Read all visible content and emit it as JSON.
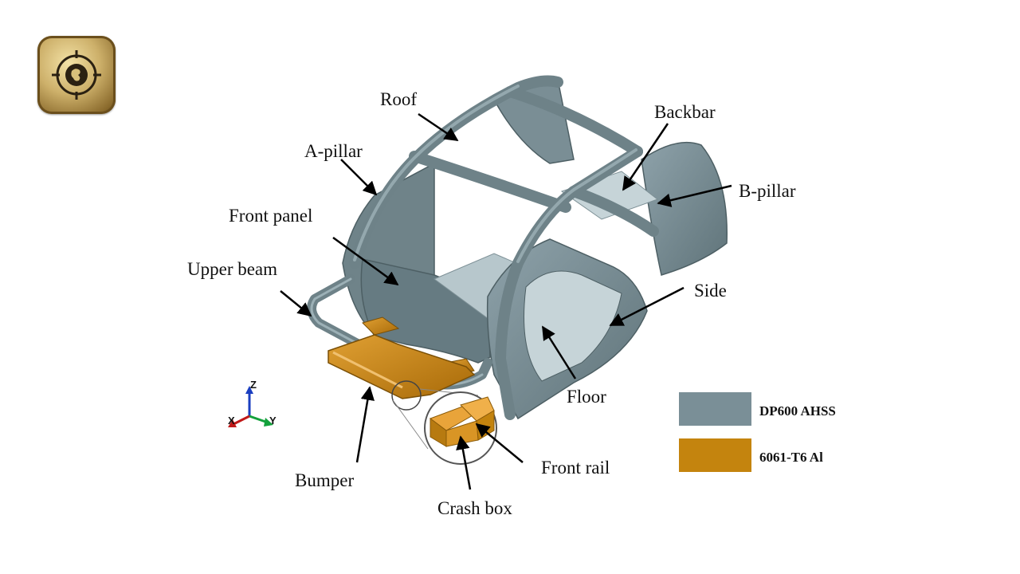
{
  "labels": {
    "roof": "Roof",
    "backbar": "Backbar",
    "a_pillar": "A-pillar",
    "b_pillar": "B-pillar",
    "front_panel": "Front panel",
    "upper_beam": "Upper beam",
    "side": "Side",
    "floor": "Floor",
    "bumper": "Bumper",
    "front_rail": "Front rail",
    "crash_box": "Crash box"
  },
  "legend": [
    {
      "label": "DP600 AHSS",
      "color": "#7a8f97"
    },
    {
      "label": "6061-T6 Al",
      "color": "#c4840e"
    }
  ],
  "axes": {
    "x": "X",
    "y": "Y",
    "z": "Z"
  },
  "icons": {
    "logo": "globe-compass-emblem-icon"
  }
}
